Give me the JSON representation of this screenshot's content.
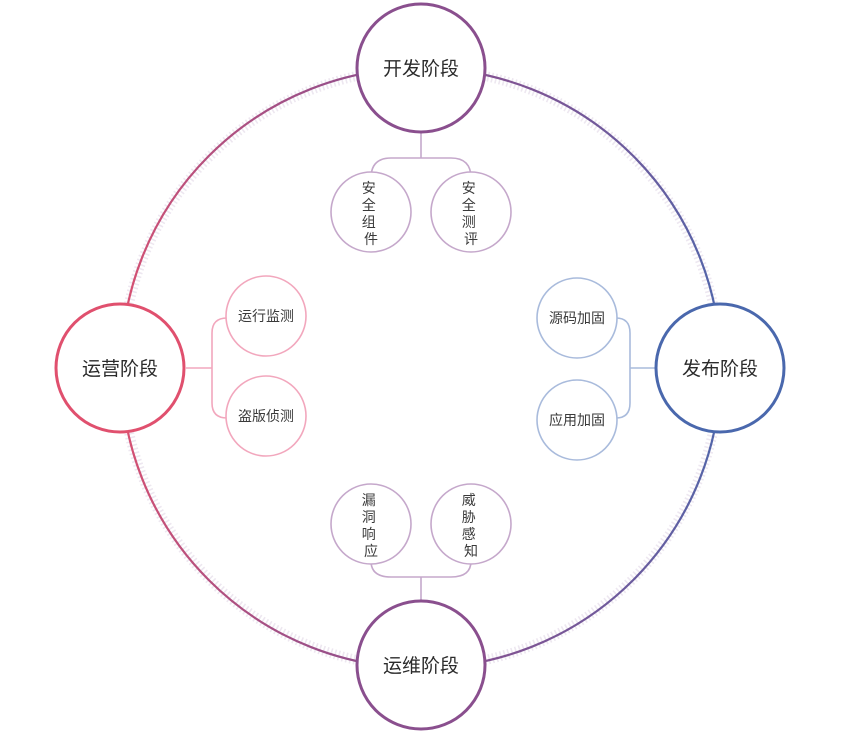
{
  "colors": {
    "purple": "#8a4f8e",
    "blue": "#4a68ad",
    "red": "#e0506e",
    "dev_sub": "#c5a8cb",
    "ops_sub": "#f2a7bd",
    "rel_sub": "#a9bbdc",
    "maint_sub": "#c5a8cb",
    "halo": "#ece6ef"
  },
  "phases": {
    "dev": {
      "label": "开发阶段"
    },
    "release": {
      "label": "发布阶段"
    },
    "maint": {
      "label": "运维阶段"
    },
    "ops": {
      "label": "运营阶段"
    }
  },
  "subs": {
    "dev_left": {
      "lines": [
        "安",
        "全",
        "组",
        "件"
      ]
    },
    "dev_right": {
      "lines": [
        "安",
        "全",
        "测",
        "评"
      ]
    },
    "maint_left": {
      "lines": [
        "漏",
        "洞",
        "响",
        "应"
      ]
    },
    "maint_right": {
      "lines": [
        "威",
        "胁",
        "感",
        "知"
      ]
    },
    "ops_top": {
      "label": "运行监测"
    },
    "ops_bottom": {
      "label": "盗版侦测"
    },
    "release_top": {
      "label": "源码加固"
    },
    "release_bottom": {
      "label": "应用加固"
    }
  }
}
